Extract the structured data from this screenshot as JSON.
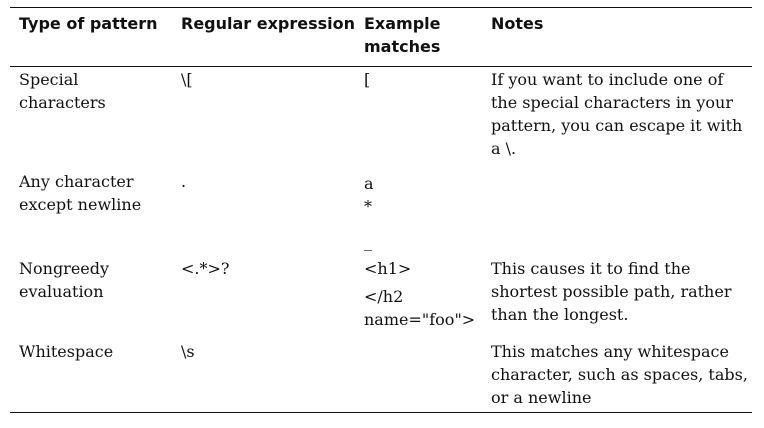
{
  "table": {
    "headers": {
      "type": "Type of pattern",
      "regex": "Regular expression",
      "examples": "Example\nmatches",
      "notes": "Notes"
    },
    "rows": [
      {
        "type": "Special\ncharacters",
        "regex": "\\[",
        "examples": [
          "["
        ],
        "notes": "If you want to include one of\nthe special characters in your\npattern, you can escape it with\na \\."
      },
      {
        "type": "Any character\nexcept newline",
        "regex": ".",
        "examples": [
          "a",
          "*",
          "_"
        ],
        "notes": ""
      },
      {
        "type": "Nongreedy\nevaluation",
        "regex": "<.*>?",
        "examples": [
          "<h1>",
          "</h2\nname=\"foo\">"
        ],
        "notes": "This causes it to find the\nshortest possible path, rather\nthan the longest."
      },
      {
        "type": "Whitespace",
        "regex": "\\s",
        "examples": [],
        "notes": "This matches any whitespace\ncharacter, such as spaces, tabs,\nor a newline"
      }
    ]
  }
}
